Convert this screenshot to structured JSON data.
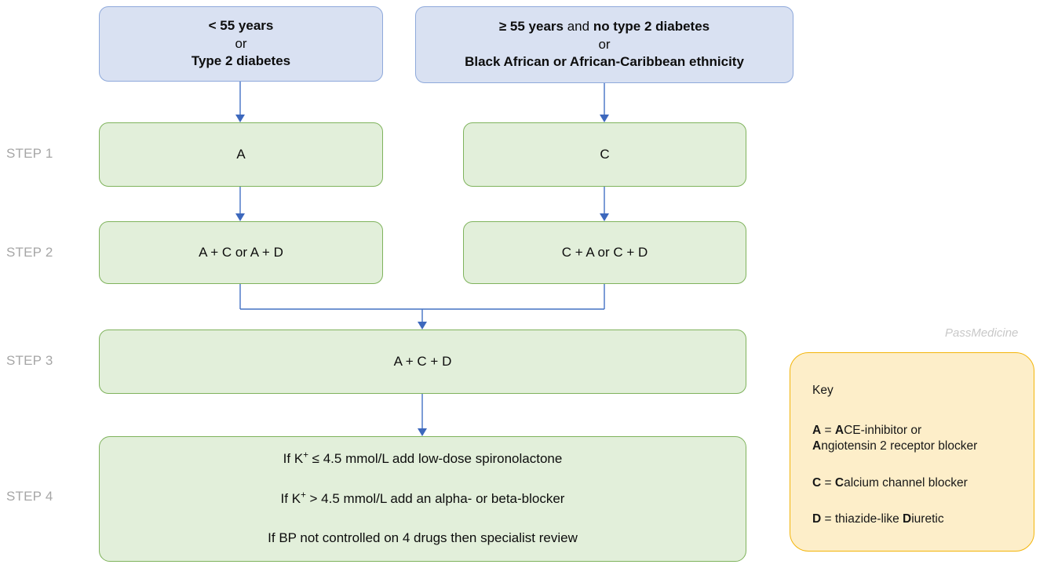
{
  "flowchart": {
    "title_watermark": "PassMedicine",
    "colors": {
      "blue_fill": "#d9e1f2",
      "blue_border": "#8ea9db",
      "green_fill": "#e2efda",
      "green_border": "#7fb35c",
      "key_fill": "#fdeec9",
      "key_border": "#f3b50a",
      "connector": "#4472c4",
      "step_label": "#a6a6a6",
      "watermark": "#c8c8c8"
    },
    "criteria": {
      "left": {
        "line1": "< 55 years",
        "line2": "or",
        "line3": "Type 2 diabetes"
      },
      "right": {
        "line1_a": "≥ 55 years",
        "line1_b": "and",
        "line1_c": "no type 2 diabetes",
        "line2": "or",
        "line3": "Black African or African-Caribbean ethnicity"
      }
    },
    "step_labels": {
      "step1": "STEP 1",
      "step2": "STEP 2",
      "step3": "STEP 3",
      "step4": "STEP 4"
    },
    "steps": {
      "step1_left": "A",
      "step1_right": "C",
      "step2_left": "A + C or A + D",
      "step2_right": "C + A or C + D",
      "step3": "A + C + D",
      "step4": {
        "line1_pre": "If K",
        "line1_sup": "+",
        "line1_post": " ≤ 4.5 mmol/L add low-dose spironolactone",
        "line2_pre": "If K",
        "line2_sup": "+",
        "line2_post": " > 4.5 mmol/L add an alpha- or beta-blocker",
        "line3": "If BP not controlled on 4 drugs then specialist review"
      }
    },
    "key": {
      "title": "Key",
      "entries": [
        {
          "letter": "A",
          "eq": " = ",
          "bold_initial": "A",
          "rest_line1": "CE-inhibitor or",
          "bold_initial2": "A",
          "rest_line2": "ngiotensin 2 receptor blocker"
        },
        {
          "letter": "C",
          "eq": " = ",
          "bold_initial": "C",
          "rest_line1": "alcium channel blocker"
        },
        {
          "letter": "D",
          "eq": " = ",
          "plain_before": "thiazide-like ",
          "bold_initial": "D",
          "rest_line1": "iuretic"
        }
      ]
    }
  }
}
